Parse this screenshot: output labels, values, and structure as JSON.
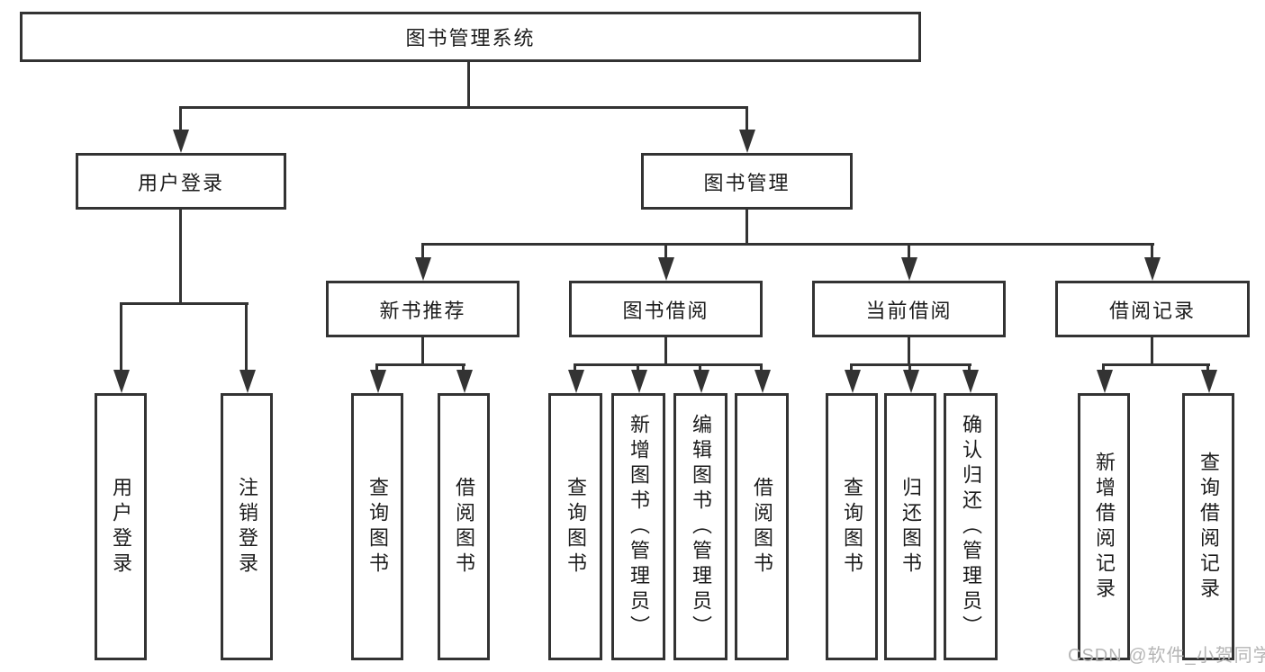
{
  "diagram": {
    "title_node": {
      "label": "图书管理系统"
    },
    "login": {
      "label": "用户登录",
      "children": [
        {
          "label": "用户登录"
        },
        {
          "label": "注销登录"
        }
      ]
    },
    "mgmt": {
      "label": "图书管理",
      "sections": [
        {
          "label": "新书推荐",
          "children": [
            {
              "label": "查询图书"
            },
            {
              "label": "借阅图书"
            }
          ]
        },
        {
          "label": "图书借阅",
          "children": [
            {
              "label": "查询图书"
            },
            {
              "label": "新增图书（管理员）"
            },
            {
              "label": "编辑图书（管理员）"
            },
            {
              "label": "借阅图书"
            }
          ]
        },
        {
          "label": "当前借阅",
          "children": [
            {
              "label": "查询图书"
            },
            {
              "label": "归还图书"
            },
            {
              "label": "确认归还（管理员）"
            }
          ]
        },
        {
          "label": "借阅记录",
          "children": [
            {
              "label": "新增借阅记录"
            },
            {
              "label": "查询借阅记录"
            }
          ]
        }
      ]
    },
    "watermark": "CSDN @软件_小贺同学",
    "colors": {
      "line": "#333333",
      "text": "#1c1c1c",
      "watermark": "#b5b5b5",
      "background": "#ffffff"
    }
  }
}
